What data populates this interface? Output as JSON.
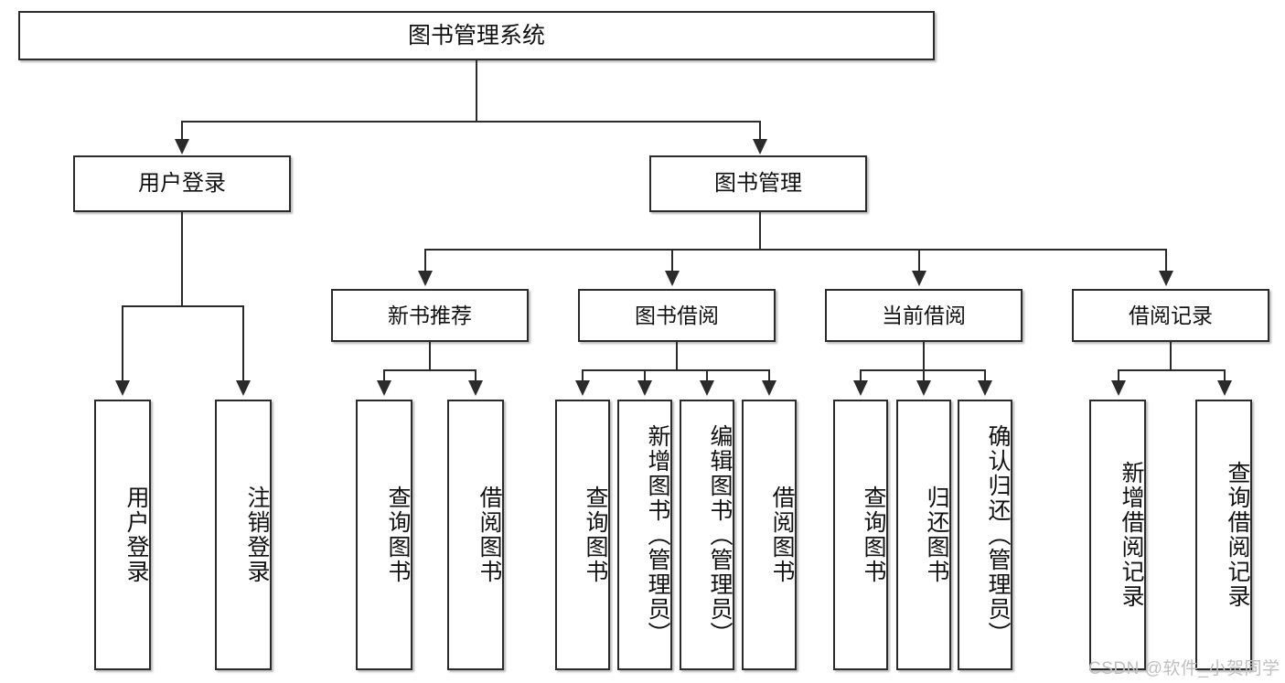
{
  "diagram": {
    "type": "tree",
    "title": "图书管理系统",
    "root": {
      "label": "图书管理系统"
    },
    "level2": [
      {
        "label": "用户登录"
      },
      {
        "label": "图书管理"
      }
    ],
    "level3": [
      {
        "label": "新书推荐"
      },
      {
        "label": "图书借阅"
      },
      {
        "label": "当前借阅"
      },
      {
        "label": "借阅记录"
      }
    ],
    "leaves": {
      "user_login": [
        {
          "label": "用户登录"
        },
        {
          "label": "注销登录"
        }
      ],
      "new_book_recommend": [
        {
          "label": "查询图书"
        },
        {
          "label": "借阅图书"
        }
      ],
      "book_borrow": [
        {
          "label": "查询图书"
        },
        {
          "label": "新增图书（管理员）"
        },
        {
          "label": "编辑图书（管理员）"
        },
        {
          "label": "借阅图书"
        }
      ],
      "current_borrow": [
        {
          "label": "查询图书"
        },
        {
          "label": "归还图书"
        },
        {
          "label": "确认归还（管理员）"
        }
      ],
      "borrow_record": [
        {
          "label": "新增借阅记录"
        },
        {
          "label": "查询借阅记录"
        }
      ]
    }
  },
  "watermark": {
    "text": "CSDN @软件_小贺同学"
  },
  "colors": {
    "box_border": "#2b2b2b",
    "box_fill": "#ffffff",
    "connector": "#2b2b2b",
    "text": "#111111",
    "watermark": "#bfbfbf",
    "background": "#ffffff"
  }
}
